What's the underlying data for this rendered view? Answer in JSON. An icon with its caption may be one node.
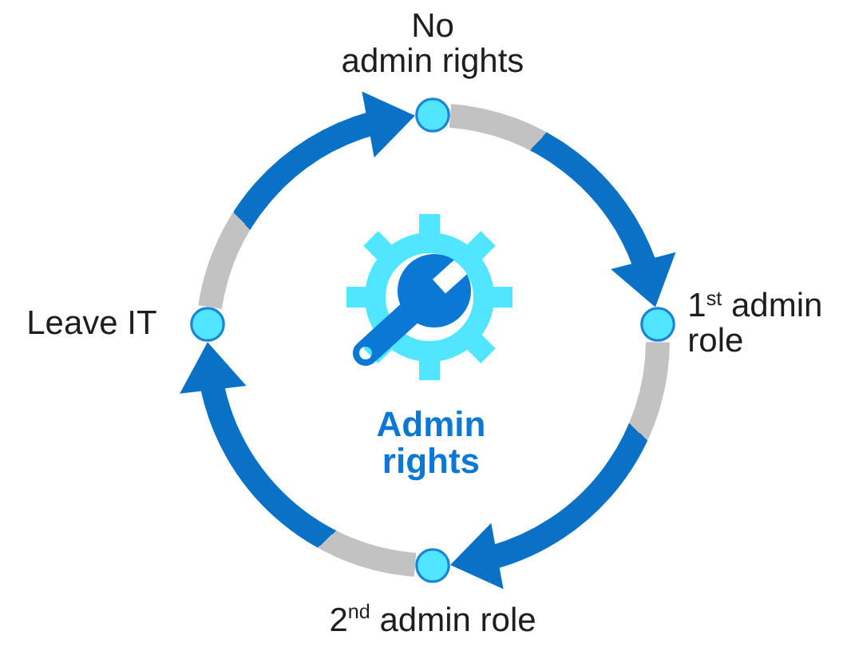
{
  "diagram": {
    "nodes": [
      {
        "text": [],
        "shape": "circle",
        "beside": [
          "No admin rights"
        ]
      },
      {
        "text": [],
        "shape": "circle",
        "beside": [
          "Leave IT"
        ]
      },
      {
        "text": [],
        "shape": "circle",
        "beside": [
          "1$^{st}$ admin role"
        ]
      },
      {
        "text": [],
        "shape": "circle",
        "beside": [
          "2$^{nd}$ admin role"
        ]
      }
    ],
    "edges": [
      {
        "from": 0,
        "to": 2,
        "arrow": "to"
      },
      {
        "from": 2,
        "to": 3,
        "arrow": "to"
      },
      {
        "from": 3,
        "to": 1,
        "arrow": "to"
      },
      {
        "from": 1,
        "to": 0,
        "arrow": "to"
      }
    ],
    "labels": [
      "Admin rights"
    ]
  }
}
